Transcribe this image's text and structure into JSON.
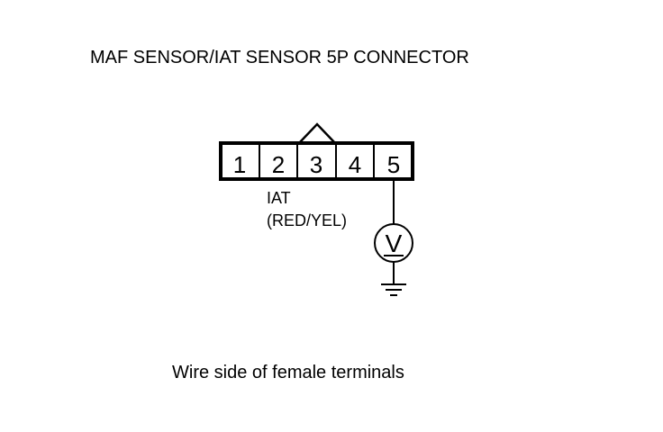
{
  "diagram": {
    "title": "MAF SENSOR/IAT SENSOR 5P CONNECTOR",
    "terminals": [
      "1",
      "2",
      "3",
      "4",
      "5"
    ],
    "wire_label_line1": "IAT",
    "wire_label_line2": "(RED/YEL)",
    "meter_symbol": "V",
    "caption": "Wire side of female terminals",
    "line_color": "#000000",
    "background": "#ffffff"
  }
}
